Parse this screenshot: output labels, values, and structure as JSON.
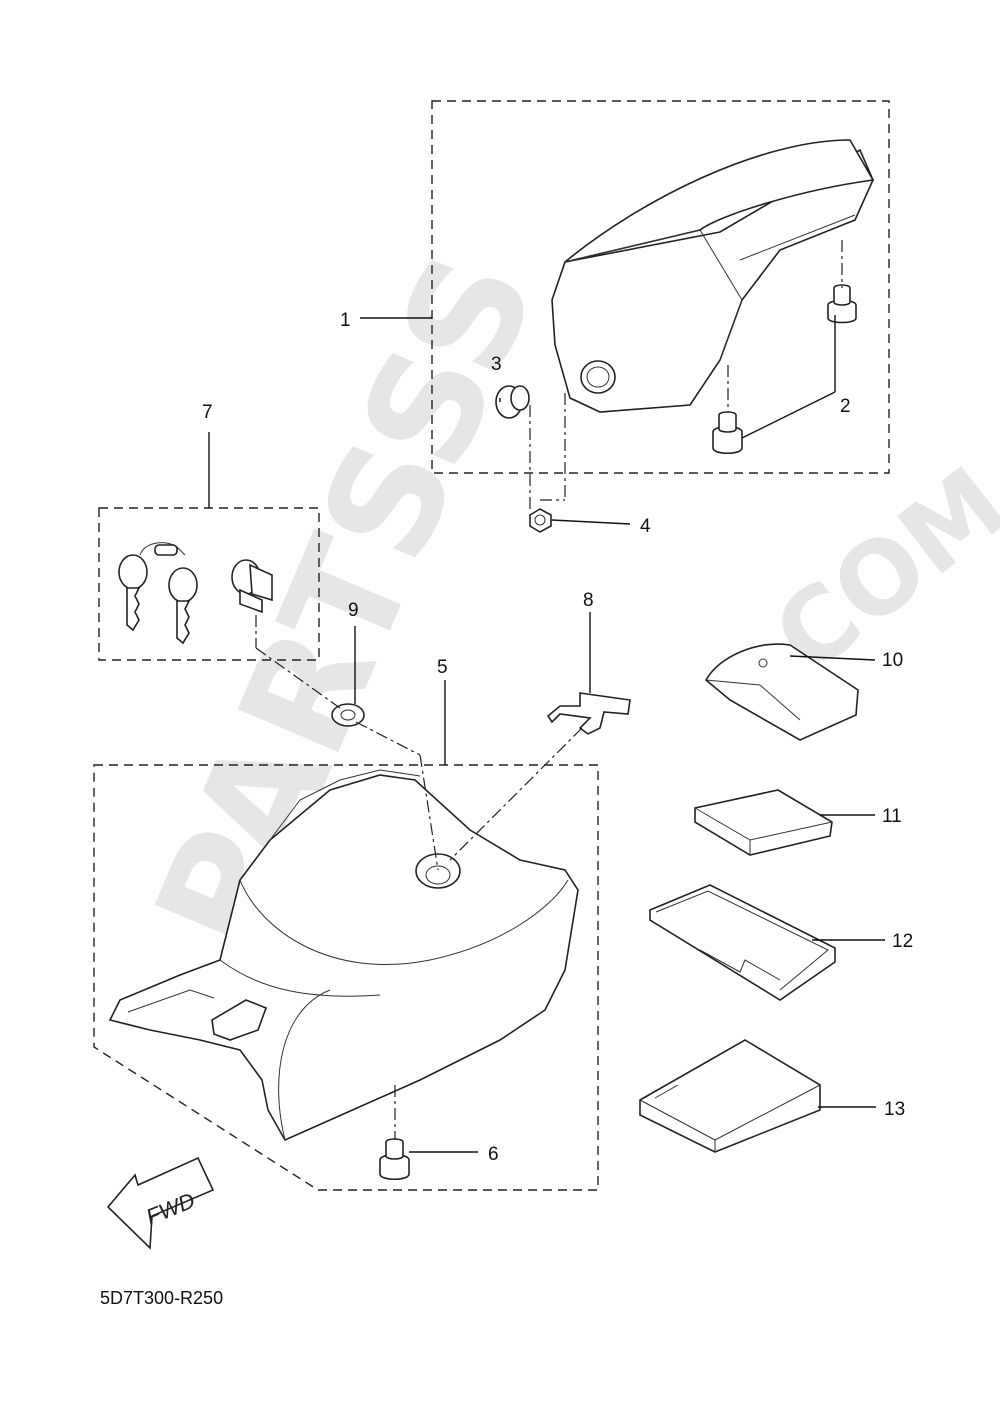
{
  "diagram": {
    "drawing_code": "5D7T300-R250",
    "direction_label": "FWD",
    "watermark": {
      "brand": "PARTSSS",
      "suffix": ".COM"
    },
    "callouts": [
      "1",
      "2",
      "3",
      "4",
      "5",
      "6",
      "7",
      "8",
      "9",
      "10",
      "11",
      "12",
      "13"
    ],
    "parts": [
      {
        "ref": "1",
        "name": "passenger-seat"
      },
      {
        "ref": "2",
        "name": "seat-damper"
      },
      {
        "ref": "3",
        "name": "grommet"
      },
      {
        "ref": "4",
        "name": "nut"
      },
      {
        "ref": "5",
        "name": "rider-seat"
      },
      {
        "ref": "6",
        "name": "seat-damper"
      },
      {
        "ref": "7",
        "name": "lock-and-key-set"
      },
      {
        "ref": "8",
        "name": "seat-hook"
      },
      {
        "ref": "9",
        "name": "washer"
      },
      {
        "ref": "10",
        "name": "tool-bag"
      },
      {
        "ref": "11",
        "name": "cover"
      },
      {
        "ref": "12",
        "name": "tray"
      },
      {
        "ref": "13",
        "name": "owners-manual"
      }
    ]
  }
}
